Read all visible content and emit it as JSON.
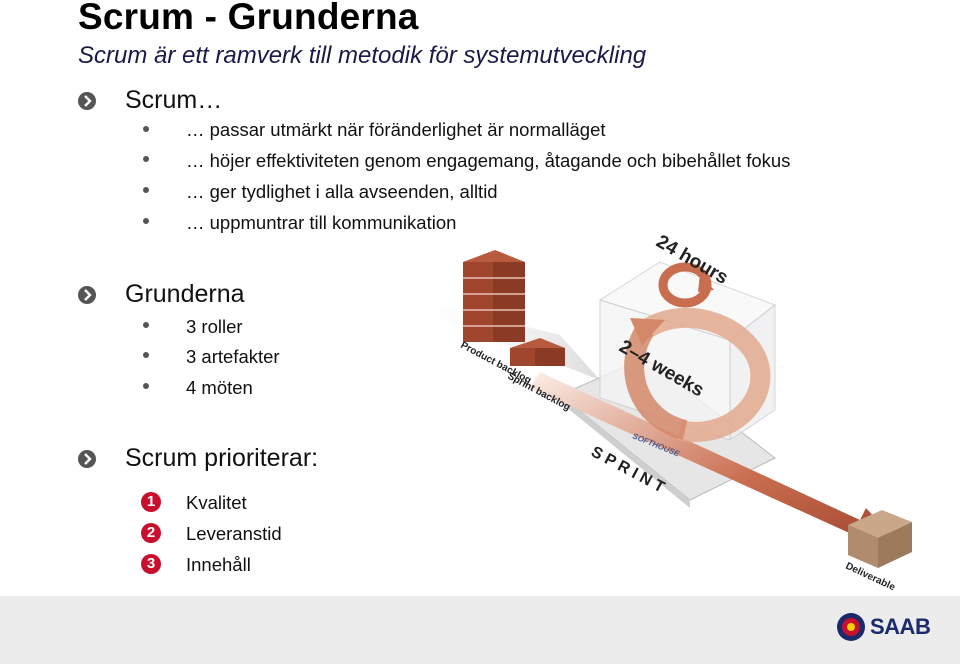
{
  "title": "Scrum - Grunderna",
  "subtitle": "Scrum är ett ramverk till metodik för systemutveckling",
  "sections": [
    {
      "heading": "Scrum…",
      "items": [
        "… passar utmärkt när föränderlighet är normalläget",
        "… höjer effektiviteten genom engagemang, åtagande och bibehållet fokus",
        "… ger tydlighet i alla avseenden, alltid",
        "… uppmuntrar till kommunikation"
      ]
    },
    {
      "heading": "Grunderna",
      "items": [
        "3 roller",
        "3 artefakter",
        "4 möten"
      ]
    },
    {
      "heading": "Scrum prioriterar:",
      "items": [
        "Kvalitet",
        "Leveranstid",
        "Innehåll"
      ]
    }
  ],
  "numbers": [
    "1",
    "2",
    "3"
  ],
  "diagram": {
    "hours": "24 hours",
    "weeks": "2–4 weeks",
    "product_backlog": "Product backlog",
    "sprint_backlog": "Sprint backlog",
    "sprint": "S P R I N T",
    "softhouse": "SOFTHOUSE",
    "deliverable": "Deliverable"
  },
  "logo": {
    "text": "SAAB"
  },
  "colors": {
    "accent": "#c8102e",
    "brick": "#a0452e",
    "arrow": "#d99a7e",
    "logo": "#1a2a6c"
  }
}
